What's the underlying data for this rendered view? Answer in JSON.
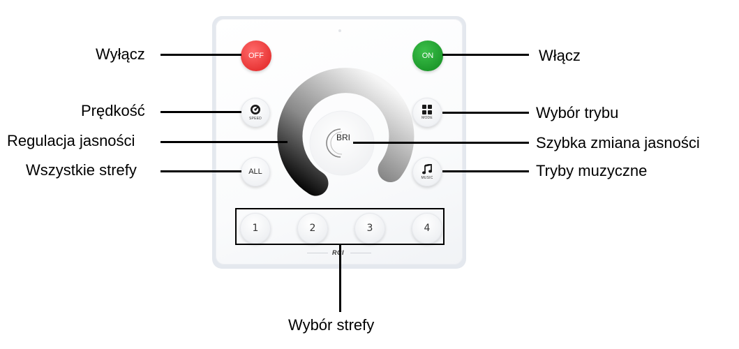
{
  "labels": {
    "off": "Wyłącz",
    "on": "Włącz",
    "speed": "Prędkość",
    "mode": "Wybór trybu",
    "brightness_wheel": "Regulacja jasności",
    "brightness_quick": "Szybka zmiana jasności",
    "all_zones": "Wszystkie strefy",
    "music_modes": "Tryby muzyczne",
    "zone_select": "Wybór strefy"
  },
  "panel": {
    "off_button": "OFF",
    "on_button": "ON",
    "speed_sub": "SPEED",
    "mode_sub": "MODE",
    "all_button": "ALL",
    "music_sub": "MUSIC",
    "bri_button": "BRI",
    "zones": [
      "1",
      "2",
      "3",
      "4"
    ],
    "logo": "RCI"
  },
  "icons": {
    "speed": "speedometer-icon",
    "mode": "grid-icon",
    "music": "music-note-icon"
  },
  "colors": {
    "off": "#e83636",
    "on": "#1e9a2c",
    "label_text": "#000000"
  }
}
